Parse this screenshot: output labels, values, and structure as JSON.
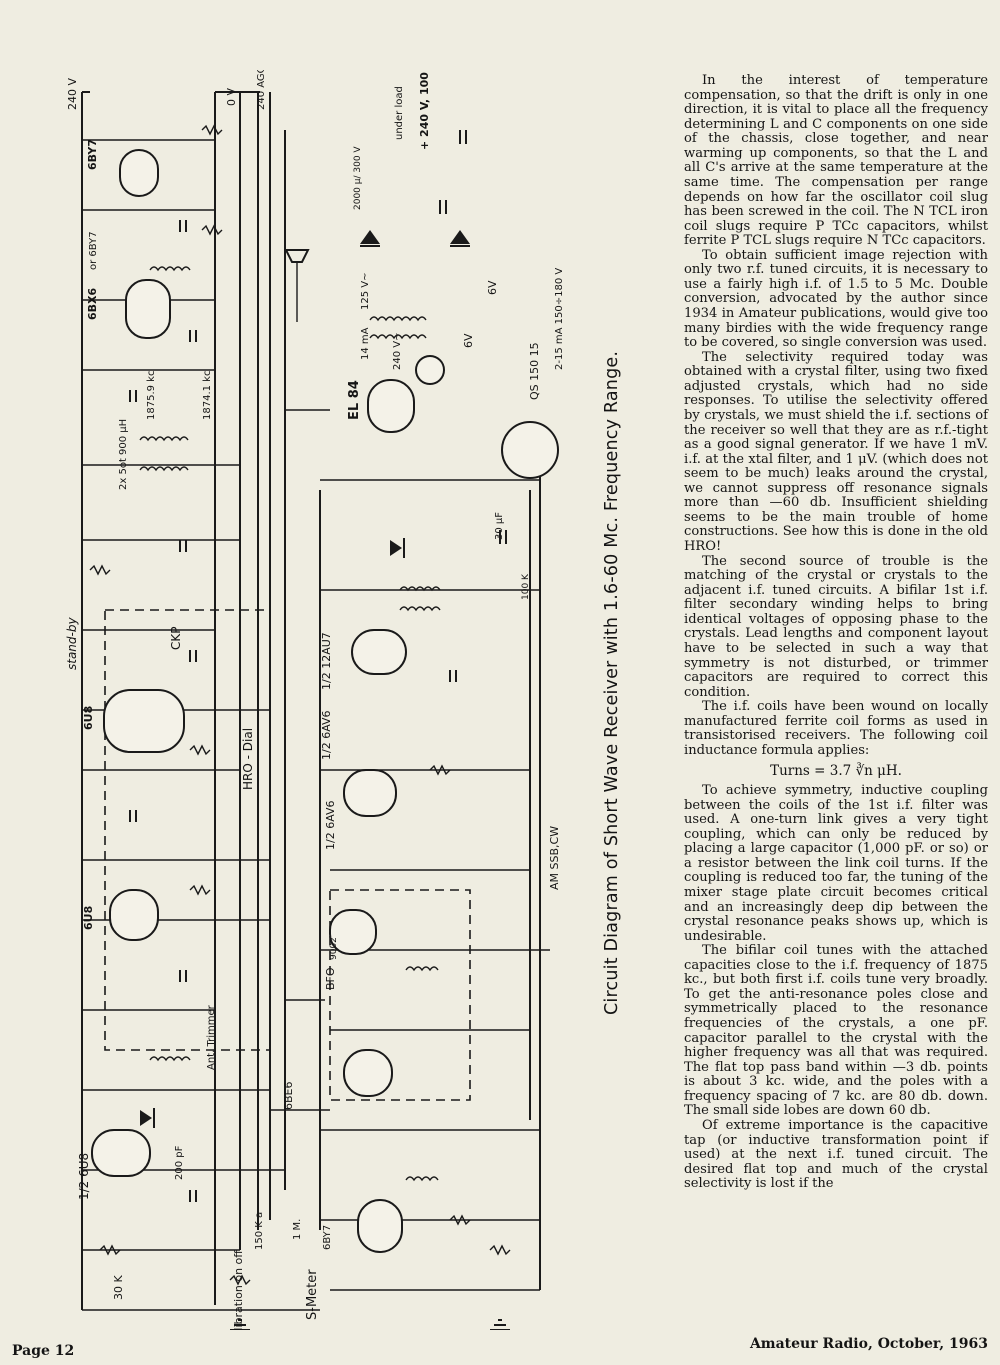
{
  "figure": {
    "caption": "Circuit Diagram of Short Wave Receiver with 1.6-60 Mc. Frequency Range.",
    "top_rails": [
      "240 V",
      "0 V",
      "240 AGC"
    ],
    "valves": [
      "6BY7",
      "or 6BY7",
      "6BX6",
      "EL 84",
      "1/2 12AU7",
      "1/2 6AV6",
      "1/2 6AV6",
      "6U8",
      "6U8",
      "6BE6",
      "6BY7",
      "1/2 6U8"
    ],
    "labels": {
      "standby": "stand-by",
      "hro_dial": "HRO - Dial",
      "s_meter": "S-Meter",
      "calibration": "Calibration on off",
      "bfo": "BFO",
      "am_ssb_cw": "AM SSB,CW",
      "ant_trimmer": "Ant. Trimmer",
      "ckp": "CKP",
      "xtal_low": "1875.9 kc",
      "xtal_high": "1874.1 kc",
      "filter_coil": "2x 5ot 900 µH",
      "psu_under_load": "under load",
      "psu_hv": "+ 240 V, 100 mA",
      "psu_125v": "125 V~",
      "psu_6v": "6V",
      "psu_6v_lamp": "6V",
      "psu_240v": "240 V~",
      "psu_14ma": "14 mA",
      "psu_diode": "2000 µ/ 300 V",
      "qs": "QS 150 15",
      "qs_ratings": "2-15 mA 150÷180 V",
      "coupling_cap": "30 µF",
      "res_30k": "30 K",
      "res_150k": "150 K a",
      "res_1m": "1 M.",
      "res_100k": "100 K",
      "cap_200pf": "200 pF",
      "res_9002": "9002"
    }
  },
  "article": {
    "paragraphs": [
      "In the interest of temperature compensation, so that the drift is only in one direction, it is vital to place all the frequency determining L and C components on one side of the chassis, close together, and near warming up components, so that the L and all C's arrive at the same temperature at the same time. The compensation per range depends on how far the oscillator coil slug has been screwed in the coil. The N TCL iron coil slugs require P TCc capacitors, whilst ferrite P TCL slugs require N TCc capacitors.",
      "To obtain sufficient image rejection with only two r.f. tuned circuits, it is necessary to use a fairly high i.f. of 1.5 to 5 Mc. Double conversion, advocated by the author since 1934 in Amateur publications, would give too many birdies with the wide frequency range to be covered, so single conversion was used.",
      "The selectivity required today was obtained with a crystal filter, using two fixed adjusted crystals, which had no side responses. To utilise the selectivity offered by crystals, we must shield the i.f. sections of the receiver so well that they are as r.f.-tight as a good signal generator. If we have 1 mV. i.f. at the xtal filter, and 1 μV. (which does not seem to be much) leaks around the crystal, we cannot suppress off resonance signals more than —60 db. Insufficient shielding seems to be the main trouble of home constructions. See how this is done in the old HRO!",
      "The second source of trouble is the matching of the crystal or crystals to the adjacent i.f. tuned circuits. A bifilar 1st i.f. filter secondary winding helps to bring identical voltages of opposing phase to the crystals. Lead lengths and component layout have to be selected in such a way that symmetry is not disturbed, or trimmer capacitors are required to correct this condition.",
      "The i.f. coils have been wound on locally manufactured ferrite coil forms as used in transistorised receivers. The following coil inductance formula applies:"
    ],
    "formula": "Turns = 3.7 ∛n μH.",
    "paragraphs_after": [
      "To achieve symmetry, inductive coupling between the coils of the 1st i.f. filter was used. A one-turn link gives a very tight coupling, which can only be reduced by placing a large capacitor (1,000 pF. or so) or a resistor between the link coil turns. If the coupling is reduced too far, the tuning of the mixer stage plate circuit becomes critical and an increasingly deep dip between the crystal resonance peaks shows up, which is undesirable.",
      "The bifilar coil tunes with the attached capacities close to the i.f. frequency of 1875 kc., but both first i.f. coils tune very broadly. To get the anti-resonance poles close and symmetrically placed to the resonance frequencies of the crystals, a one pF. capacitor parallel to the crystal with the higher frequency was all that was required. The flat top pass band within —3 db. points is about 3 kc. wide, and the poles with a frequency spacing of 7 kc. are 80 db. down. The small side lobes are down 60 db.",
      "Of extreme importance is the capacitive tap (or inductive transformation point if used) at the next i.f. tuned circuit. The desired flat top and much of the crystal selectivity is lost if the"
    ]
  },
  "footer": {
    "page": "Page 12",
    "journal": "Amateur Radio, October, 1963"
  }
}
